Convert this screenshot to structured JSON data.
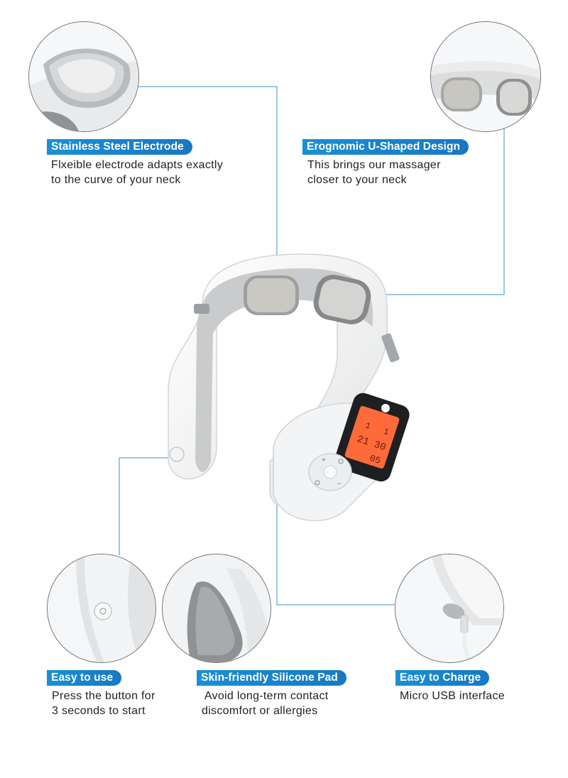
{
  "features": [
    {
      "title": "Stainless Steel Electrode",
      "lines": [
        "Flxeible electrode adapts exactly",
        "to the curve of your neck"
      ],
      "zoom": "electrode-closeup"
    },
    {
      "title": "Erognomic U-Shaped Design",
      "lines": [
        "This brings our massager",
        "closer to your neck"
      ],
      "zoom": "u-shape-closeup"
    },
    {
      "title": "Easy to use",
      "lines": [
        "Press the button for",
        "3 seconds to start"
      ],
      "zoom": "power-button-closeup"
    },
    {
      "title": "Skin-friendly Silicone Pad",
      "lines": [
        " Avoid long-term contact",
        "discomfort or allergies"
      ],
      "zoom": "silicone-pad-closeup"
    },
    {
      "title": "Easy to Charge",
      "lines": [
        "Micro USB interface"
      ],
      "zoom": "usb-port-closeup"
    }
  ],
  "device": {
    "brand_logo": "logo-icon",
    "display": {
      "top_left": "1",
      "top_right": "1",
      "mid_left": "21",
      "mid_right": "30",
      "bottom_right": "05"
    },
    "controls": [
      "plus-icon",
      "minus-icon",
      "power-icon",
      "mode-icon",
      "clock-icon"
    ]
  },
  "colors": {
    "badge": "#1a8fd6",
    "leader_line": "#3a8fcf",
    "lcd": "#ff6a3a"
  }
}
